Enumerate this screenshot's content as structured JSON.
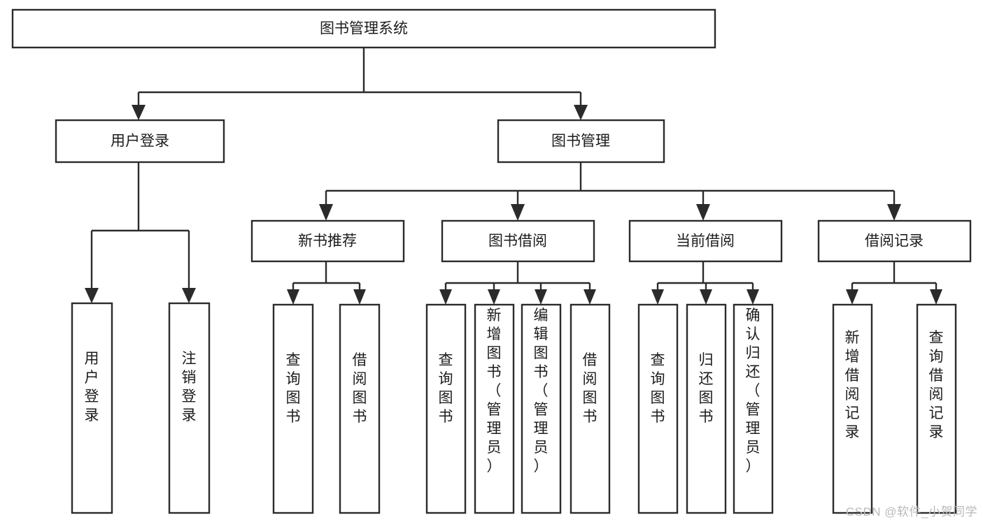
{
  "diagram": {
    "type": "tree-hierarchy",
    "title": "图书管理系统",
    "background_color": "#ffffff",
    "line_color": "#2b2b2b",
    "box_fill": "#ffffff",
    "text_color": "#1c1c1c",
    "root": {
      "label": "图书管理系统",
      "orientation": "horizontal"
    },
    "level2": [
      {
        "label": "用户登录",
        "orientation": "horizontal"
      },
      {
        "label": "图书管理",
        "orientation": "horizontal"
      }
    ],
    "level3": [
      {
        "label": "新书推荐",
        "orientation": "horizontal"
      },
      {
        "label": "图书借阅",
        "orientation": "horizontal"
      },
      {
        "label": "当前借阅",
        "orientation": "horizontal"
      },
      {
        "label": "借阅记录",
        "orientation": "horizontal"
      }
    ],
    "leaves_user_login": [
      {
        "label": "用户登录",
        "orientation": "vertical"
      },
      {
        "label": "注销登录",
        "orientation": "vertical"
      }
    ],
    "leaves_new_book": [
      {
        "label": "查询图书",
        "orientation": "vertical"
      },
      {
        "label": "借阅图书",
        "orientation": "vertical"
      }
    ],
    "leaves_borrow": [
      {
        "label": "查询图书",
        "orientation": "vertical"
      },
      {
        "label": "新增图书（管理员）",
        "orientation": "vertical"
      },
      {
        "label": "编辑图书（管理员）",
        "orientation": "vertical"
      },
      {
        "label": "借阅图书",
        "orientation": "vertical"
      }
    ],
    "leaves_current": [
      {
        "label": "查询图书",
        "orientation": "vertical"
      },
      {
        "label": "归还图书",
        "orientation": "vertical"
      },
      {
        "label": "确认归还（管理员）",
        "orientation": "vertical"
      }
    ],
    "leaves_records": [
      {
        "label": "新增借阅记录",
        "orientation": "vertical"
      },
      {
        "label": "查询借阅记录",
        "orientation": "vertical"
      }
    ]
  },
  "watermark": {
    "text": "CSDN @软件_小贺同学"
  }
}
